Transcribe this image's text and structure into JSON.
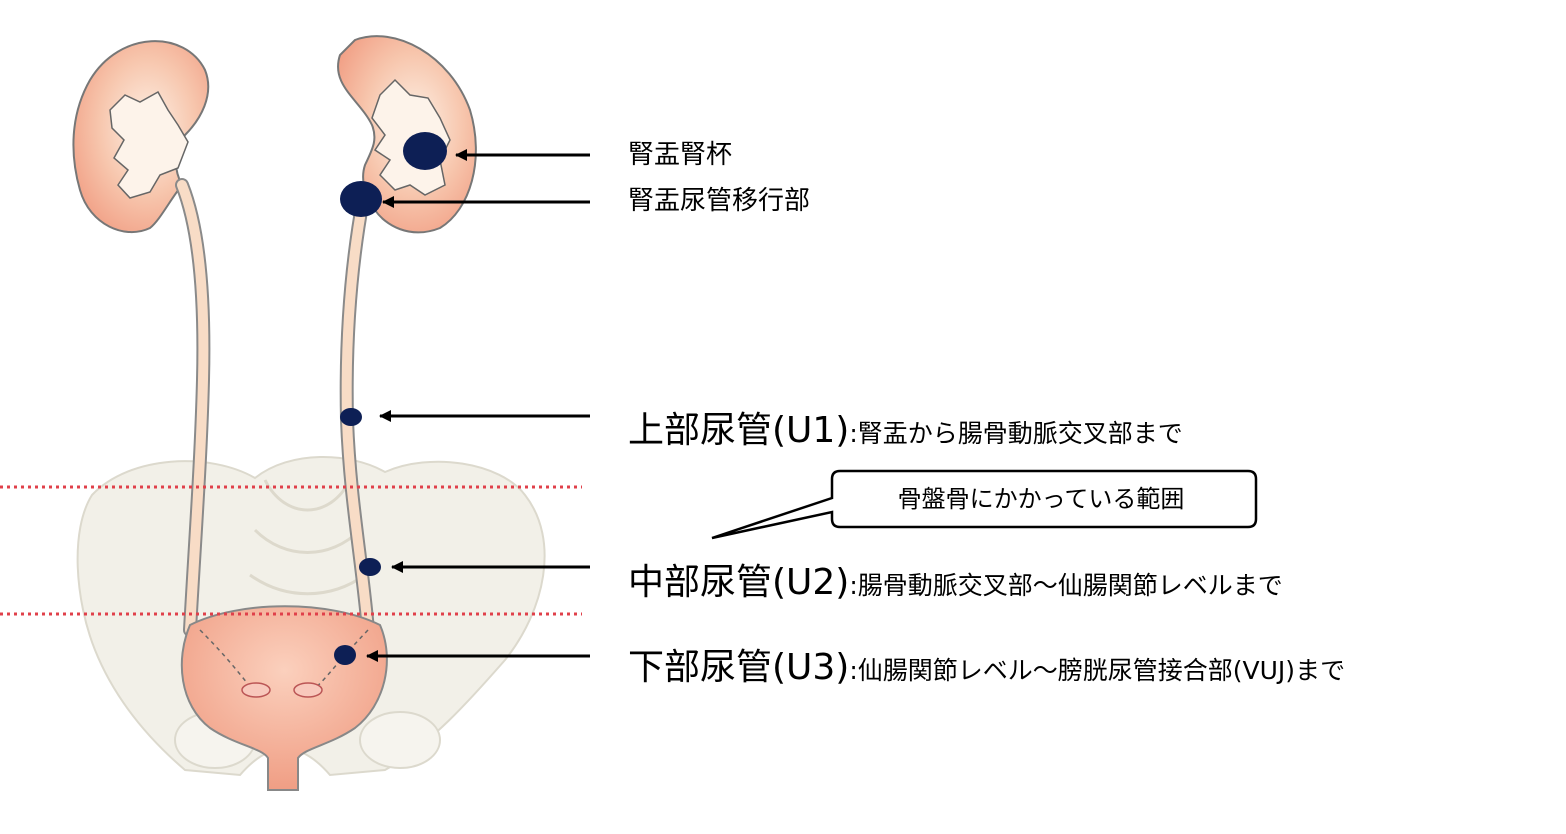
{
  "labels": {
    "renal_pelvis_calyx": "腎盂腎杯",
    "upj": "腎盂尿管移行部",
    "upper_ureter": {
      "title": "上部尿管(U1)",
      "desc": ":腎盂から腸骨動脈交叉部まで"
    },
    "middle_ureter": {
      "title": "中部尿管(U2)",
      "desc": ":腸骨動脈交叉部～仙腸関節レベルまで"
    },
    "lower_ureter": {
      "title": "下部尿管(U3)",
      "desc": ":仙腸関節レベル～膀胱尿管接合部(VUJ)まで"
    }
  },
  "callout": {
    "text": "骨盤骨にかかっている範囲"
  },
  "colors": {
    "kidney": "#f2a58c",
    "ureter": "#f8ddc8",
    "bladder": "#f2a58c",
    "stone": "#0d1f55",
    "pelvis_bone": "#f1efe6",
    "level_line": "#e0404a"
  }
}
